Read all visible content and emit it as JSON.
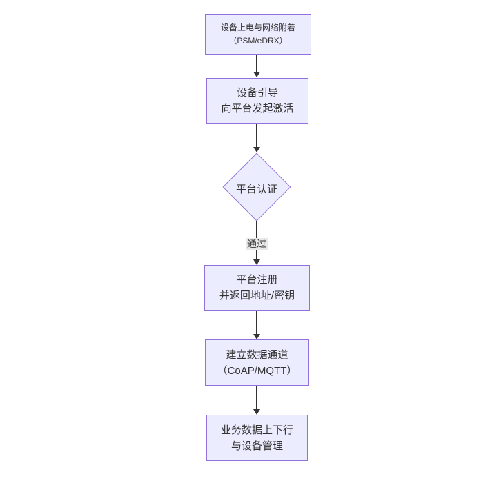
{
  "theme": {
    "background": "#ffffff",
    "node_fill": "#ececff",
    "node_border": "#9370db",
    "text_color": "#333333",
    "arrow_color": "#333333",
    "edge_label_bg": "#e8e8e8"
  },
  "diagram": {
    "type": "flowchart",
    "direction": "top-down",
    "nodes": [
      {
        "id": "start",
        "shape": "rect",
        "lines": [
          "设备上电与网络附着",
          "（PSM/eDRX）"
        ]
      },
      {
        "id": "boot",
        "shape": "rect",
        "lines": [
          "设备引导",
          "向平台发起激活"
        ]
      },
      {
        "id": "auth",
        "shape": "diamond",
        "lines": [
          "平台认证"
        ]
      },
      {
        "id": "register",
        "shape": "rect",
        "lines": [
          "平台注册",
          "并返回地址/密钥"
        ]
      },
      {
        "id": "channel",
        "shape": "rect",
        "lines": [
          "建立数据通道",
          "（CoAP/MQTT）"
        ]
      },
      {
        "id": "business",
        "shape": "rect",
        "lines": [
          "业务数据上下行",
          "与设备管理"
        ]
      }
    ],
    "edges": [
      {
        "from": "start",
        "to": "boot",
        "label": ""
      },
      {
        "from": "boot",
        "to": "auth",
        "label": ""
      },
      {
        "from": "auth",
        "to": "register",
        "label": "通过"
      },
      {
        "from": "register",
        "to": "channel",
        "label": ""
      },
      {
        "from": "channel",
        "to": "business",
        "label": ""
      }
    ]
  }
}
